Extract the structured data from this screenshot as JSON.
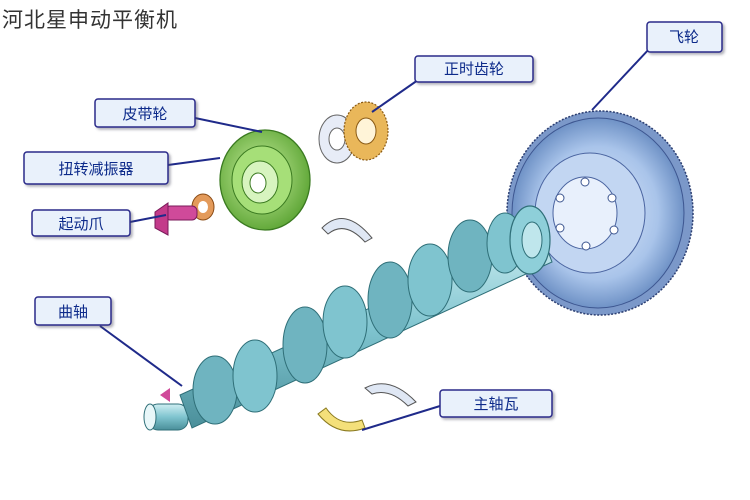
{
  "watermark": "河北星申动平衡机",
  "labels": {
    "flywheel": "飞轮",
    "timing_gear": "正时齿轮",
    "pulley": "皮带轮",
    "damper": "扭转减振器",
    "starter_claw": "起动爪",
    "crankshaft": "曲轴",
    "main_bearing": "主轴瓦"
  },
  "colors": {
    "label_bg": "#e9f1fb",
    "label_border": "#2a2a8a",
    "label_text": "#0a2a8a",
    "leader": "#1f2a8a",
    "crank_steel": "#7fc4cf",
    "flywheel": "#8fb3df",
    "pulley": "#8ed35f",
    "gear": "#e9b75a",
    "bearing_yellow": "#f4e07a",
    "starter": "#d04a9a",
    "washer": "#e39a5a"
  }
}
